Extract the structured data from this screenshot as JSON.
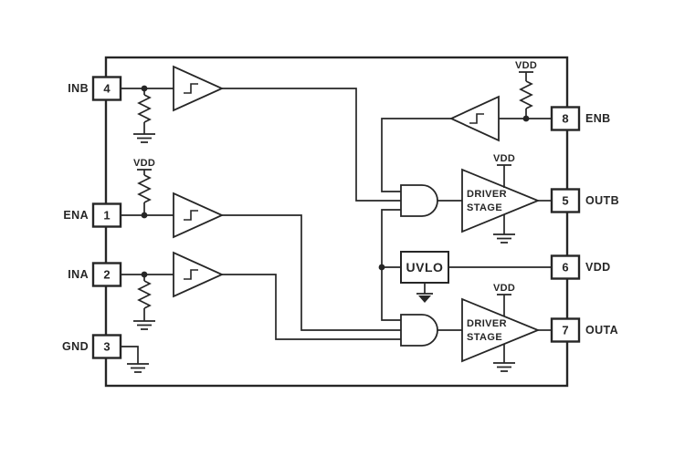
{
  "diagram": {
    "background": "#ffffff",
    "line_color": "#262626",
    "pins": {
      "left": [
        {
          "number": "4",
          "label": "INB"
        },
        {
          "number": "1",
          "label": "ENA"
        },
        {
          "number": "2",
          "label": "INA"
        },
        {
          "number": "3",
          "label": "GND"
        }
      ],
      "right": [
        {
          "number": "8",
          "label": "ENB"
        },
        {
          "number": "5",
          "label": "OUTB"
        },
        {
          "number": "6",
          "label": "VDD"
        },
        {
          "number": "7",
          "label": "OUTA"
        }
      ]
    },
    "blocks": {
      "uvlo": "UVLO",
      "driver_b": {
        "line1": "DRIVER",
        "line2": "STAGE"
      },
      "driver_a": {
        "line1": "DRIVER",
        "line2": "STAGE"
      }
    },
    "supplies": {
      "enb_pullup": "VDD",
      "ena_pullup": "VDD",
      "driver_b": "VDD",
      "driver_a": "VDD"
    }
  }
}
